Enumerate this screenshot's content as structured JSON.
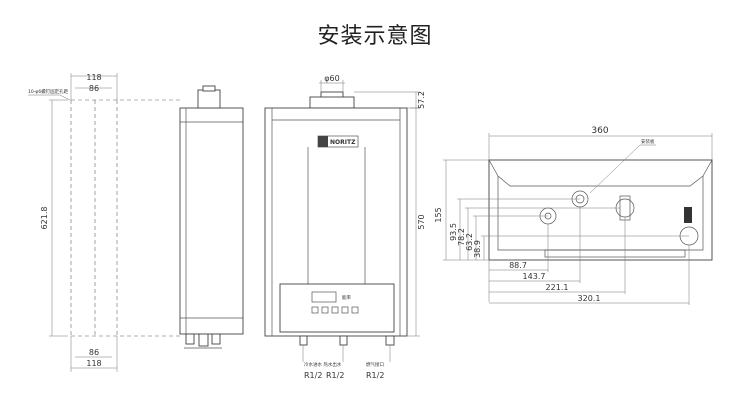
{
  "title": "安装示意图",
  "side_view": {
    "pipe_note": "10-φ6螺钉固定孔距",
    "top_width": "118",
    "top_inner": "86",
    "height": "621.8",
    "bottom_inner": "86",
    "bottom_width": "118"
  },
  "front_view": {
    "flue_diameter": "φ60",
    "flue_height": "57.2",
    "body_height": "570",
    "brand": "NORITZ",
    "panel_label": "能率",
    "water_label": "冷水进水 热水出水",
    "gas_label": "燃气接口",
    "size_1": "R1/2",
    "size_2": "R1/2",
    "size_3": "R1/2"
  },
  "bottom_view": {
    "width": "360",
    "callout": "安装板",
    "h155": "155",
    "h93": "93.5",
    "h78": "78.2",
    "h63": "63.2",
    "h38": "38.9",
    "d88": "88.7",
    "d143": "143.7",
    "d221": "221.1",
    "d320": "320.1"
  }
}
